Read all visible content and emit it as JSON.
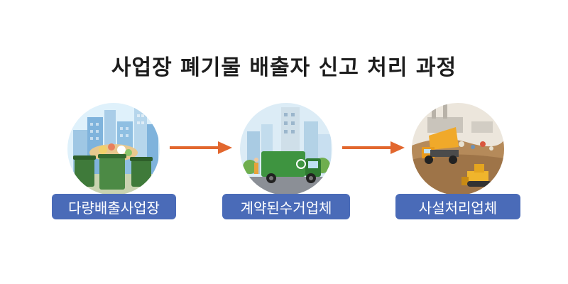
{
  "title": "사업장 폐기물 배출자 신고 처리 과정",
  "colors": {
    "label_bg": "#4a6bb8",
    "label_text": "#ffffff",
    "arrow": "#e2672e",
    "title": "#1d1d1d"
  },
  "steps": [
    {
      "label": "다량배출사업장",
      "icon": "city-waste-bins-illustration"
    },
    {
      "label": "계약된수거업체",
      "icon": "garbage-truck-illustration"
    },
    {
      "label": "사설처리업체",
      "icon": "landfill-dump-truck-illustration"
    }
  ],
  "arrows": [
    {
      "icon": "arrow-right-icon"
    },
    {
      "icon": "arrow-right-icon"
    }
  ]
}
